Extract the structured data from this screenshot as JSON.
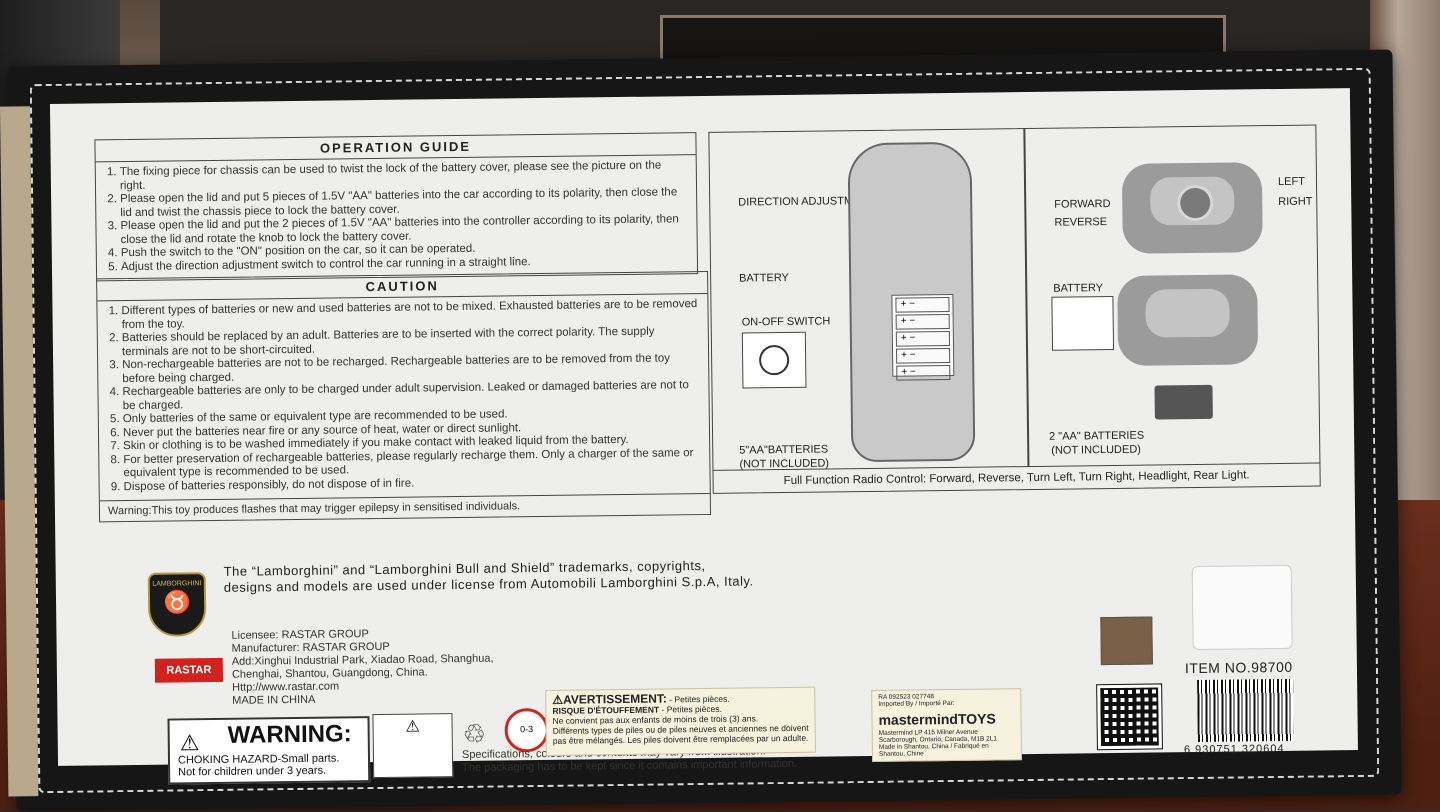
{
  "operation_guide": {
    "title": "OPERATION GUIDE",
    "items": [
      "The fixing piece for chassis can be used to twist the lock of the battery cover, please see the picture on the right.",
      "Please open the lid and put 5 pieces of 1.5V \"AA\" batteries into the car according to its polarity, then close the lid and twist the chassis piece to lock the battery cover.",
      "Please open the lid and put the 2 pieces of 1.5V \"AA\" batteries into the controller according to its polarity, then close the lid and rotate the knob to lock the battery cover.",
      "Push the switch to the \"ON\" position on the car, so it can be operated.",
      "Adjust the direction adjustment switch to control the car running in a straight line."
    ]
  },
  "caution": {
    "title": "CAUTION",
    "items": [
      "Different types of batteries or new and used batteries are not to be mixed. Exhausted batteries are to be removed from the toy.",
      "Batteries should be replaced by an adult. Batteries are to be inserted with the correct polarity. The supply terminals are not to be short-circuited.",
      "Non-rechargeable batteries are not to be recharged. Rechargeable batteries are to be removed from the toy before being charged.",
      "Rechargeable batteries are only to be charged under adult supervision. Leaked or damaged batteries are not to be charged.",
      "Only batteries of the same or equivalent type are recommended to be used.",
      "Never put the batteries near fire or any source of heat, water or direct sunlight.",
      "Skin or clothing is to be washed immediately if you make contact with leaked liquid from the battery.",
      "For better preservation of rechargeable batteries, please regularly recharge them. Only a charger of the same or equivalent type is recommended to be used.",
      "Dispose of batteries responsibly, do not dispose of in fire."
    ],
    "warning": "Warning:This toy produces flashes that may trigger epilepsy in sensitised individuals."
  },
  "diagram": {
    "direction_adjustment": "DIRECTION ADJUSTMENT",
    "battery_car": "BATTERY",
    "on_off_switch": "ON-OFF SWITCH",
    "car_batteries": "5\"AA\"BATTERIES",
    "car_not_included": "(NOT INCLUDED)",
    "forward": "FORWARD",
    "reverse": "REVERSE",
    "left": "LEFT",
    "right": "RIGHT",
    "battery_ctrl": "BATTERY",
    "ctrl_batteries": "2 \"AA\" BATTERIES",
    "ctrl_not_included": "(NOT INCLUDED)",
    "caption": "Full Function Radio Control: Forward, Reverse, Turn Left, Turn Right, Headlight, Rear Light."
  },
  "legal": {
    "line1": "The “Lamborghini” and “Lamborghini Bull and Shield” trademarks, copyrights,",
    "line2": "designs and models are used under license from Automobili Lamborghini S.p.A, Italy.",
    "lambo_logo": "LAMBORGHINI",
    "rastar_logo": "RASTAR"
  },
  "licensee": {
    "l1": "Licensee: RASTAR GROUP",
    "l2": "Manufacturer: RASTAR GROUP",
    "l3": "Add:Xinghui Industrial Park, Xiadao Road, Shanghua,",
    "l4": "Chenghai, Shantou, Guangdong, China.",
    "l5": "Http://www.rastar.com",
    "l6": "MADE IN CHINA"
  },
  "warning_box": {
    "big": "WARNING:",
    "l1": "CHOKING HAZARD-Small parts.",
    "l2": "Not for children under 3 years."
  },
  "age_icon": "0-3",
  "spec": {
    "l1": "Specifications, colours and contents may vary from illustration.",
    "l2": "The packaging has to be kept since it contains important information."
  },
  "avertissement": {
    "title": "AVERTISSEMENT:",
    "small": "- Petites pièces.",
    "l1": "RISQUE D'ÉTOUFFEMENT",
    "l2": "Ne convient pas aux enfants de moins de trois (3) ans.",
    "l3": "Différents types de piles ou de piles neuves et anciennes ne doivent pas être mélangés. Les piles doivent être remplacées par un adulte."
  },
  "mastermind": {
    "code": "RA 092523 027748",
    "imported": "Imported By / Importé Par:",
    "logo": "mastermindTOYS",
    "addr": "Mastermind LP 415 Milner Avenue Scarborough, Ontario, Canada, M1B 2L1",
    "made": "Made in Shantou, China / Fabriqué en Shantou, Chine"
  },
  "item_no": "ITEM NO.98700",
  "barcode_number": "6 930751 320604",
  "icons": [
    "warning-triangle-icon",
    "recycle-icon",
    "no-under-3-icon",
    "qr-code-icon",
    "barcode-icon",
    "hologram-icon"
  ]
}
